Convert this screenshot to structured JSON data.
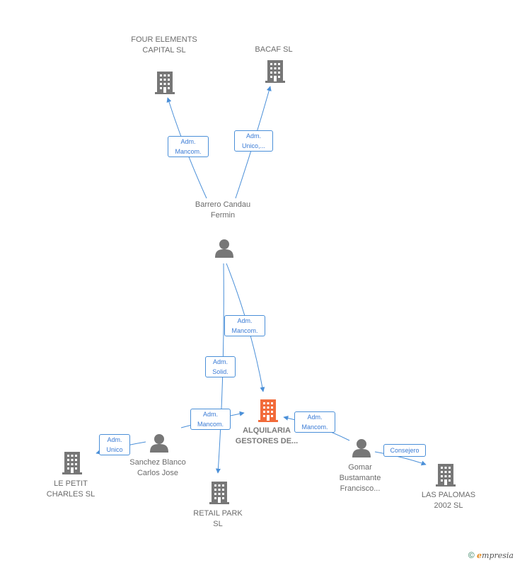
{
  "nodes": {
    "four_elements": "FOUR ELEMENTS CAPITAL SL",
    "bacaf": "BACAF  SL",
    "barrero": "Barrero Candau Fermin",
    "alquilaria": "ALQUILARIA GESTORES DE...",
    "sanchez": "Sanchez Blanco Carlos Jose",
    "le_petit": "LE PETIT CHARLES SL",
    "retail_park": "RETAIL PARK SL",
    "gomar": "Gomar Bustamante Francisco...",
    "las_palomas": "LAS PALOMAS 2002 SL"
  },
  "edges": {
    "barrero_four": "Adm. Mancom.",
    "barrero_bacaf": "Adm. Unico,...",
    "barrero_alquilaria": "Adm. Mancom.",
    "barrero_retail": "Adm. Solid.",
    "sanchez_alquilaria": "Adm. Mancom.",
    "sanchez_lepetit": "Adm. Unico",
    "gomar_alquilaria": "Adm. Mancom.",
    "gomar_laspalomas": "Consejero"
  },
  "colors": {
    "edge": "#4a8fd8",
    "node": "#777777",
    "focus": "#f26b3a"
  },
  "footer": {
    "copyright_symbol": "©",
    "brand_e": "e",
    "brand_rest": "mpresia"
  }
}
